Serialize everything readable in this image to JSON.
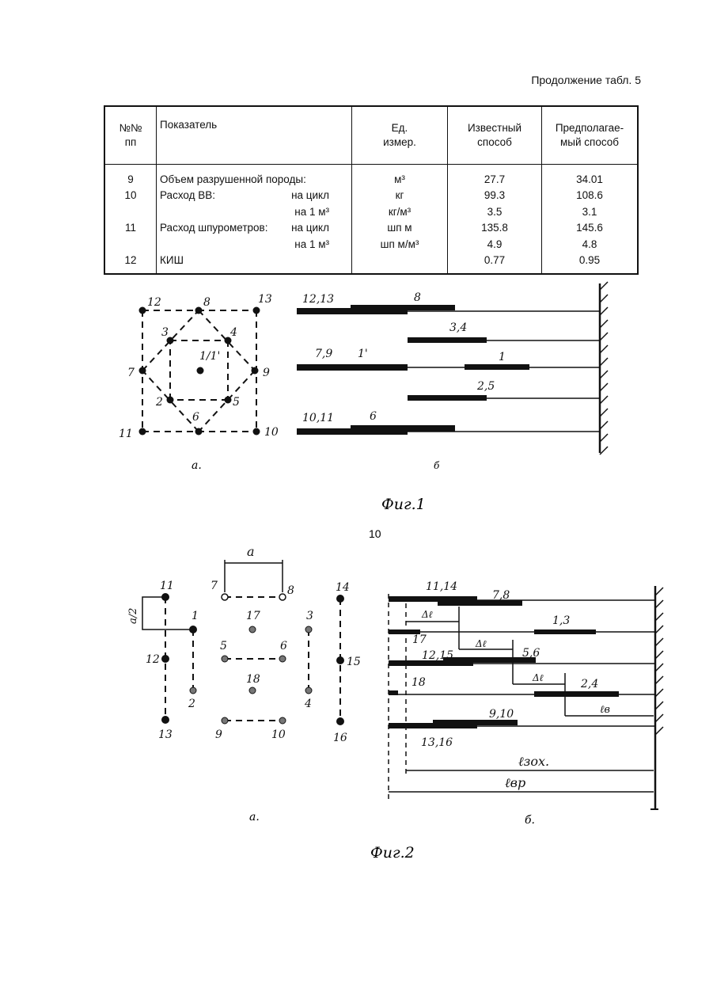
{
  "header": {
    "continuation": "Продолжение табл. 5"
  },
  "table": {
    "columns": [
      "№№\nпп",
      "Показатель",
      "Ед.\nизмер.",
      "Известный\nспособ",
      "Предполагае-\nмый способ"
    ],
    "rows": [
      {
        "no": "9",
        "left": "Объем разрушенной породы:",
        "right": "",
        "unit": "м³",
        "known": "27.7",
        "proposed": "34.01"
      },
      {
        "no": "10",
        "left": "Расход ВВ:",
        "right": "на цикл",
        "unit": "кг",
        "known": "99.3",
        "proposed": "108.6"
      },
      {
        "no": "",
        "left": "",
        "right": "на 1 м³",
        "unit": "кг/м³",
        "known": "3.5",
        "proposed": "3.1"
      },
      {
        "no": "11",
        "left": "Расход шпурометров:",
        "right": "на цикл",
        "unit": "шп м",
        "known": "135.8",
        "proposed": "145.6"
      },
      {
        "no": "",
        "left": "",
        "right": "на 1 м³",
        "unit": "шп м/м³",
        "known": "4.9",
        "proposed": "4.8"
      },
      {
        "no": "12",
        "left": "КИШ",
        "right": "",
        "unit": "",
        "known": "0.77",
        "proposed": "0.95"
      }
    ]
  },
  "fig1": {
    "caption": "Фиг.1",
    "sub_a": "а.",
    "sub_b": "б",
    "holes": [
      "12",
      "8",
      "13",
      "3",
      "4",
      "1/1'",
      "7",
      "9",
      "2",
      "5",
      "11",
      "6",
      "10"
    ],
    "bars": [
      "12,13",
      "8",
      "3,4",
      "7,9",
      "1'",
      "1",
      "2,5",
      "10,11",
      "6"
    ]
  },
  "page_number": "10",
  "fig2": {
    "caption": "Фиг.2",
    "sub_a": "а.",
    "sub_b": "б.",
    "dim_a": "a",
    "dim_a2": "a/2",
    "holes": [
      "7",
      "8",
      "11",
      "14",
      "1",
      "17",
      "3",
      "5",
      "6",
      "12",
      "15",
      "18",
      "2",
      "4",
      "13",
      "9",
      "10",
      "16"
    ],
    "bars": [
      "11,14",
      "7,8",
      "1,3",
      "17",
      "12,15",
      "5,6",
      "18",
      "2,4",
      "9,10",
      "13,16"
    ],
    "dims": [
      "Δℓ",
      "Δℓ",
      "Δℓ",
      "ℓв",
      "ℓзох.",
      "ℓвр"
    ]
  }
}
